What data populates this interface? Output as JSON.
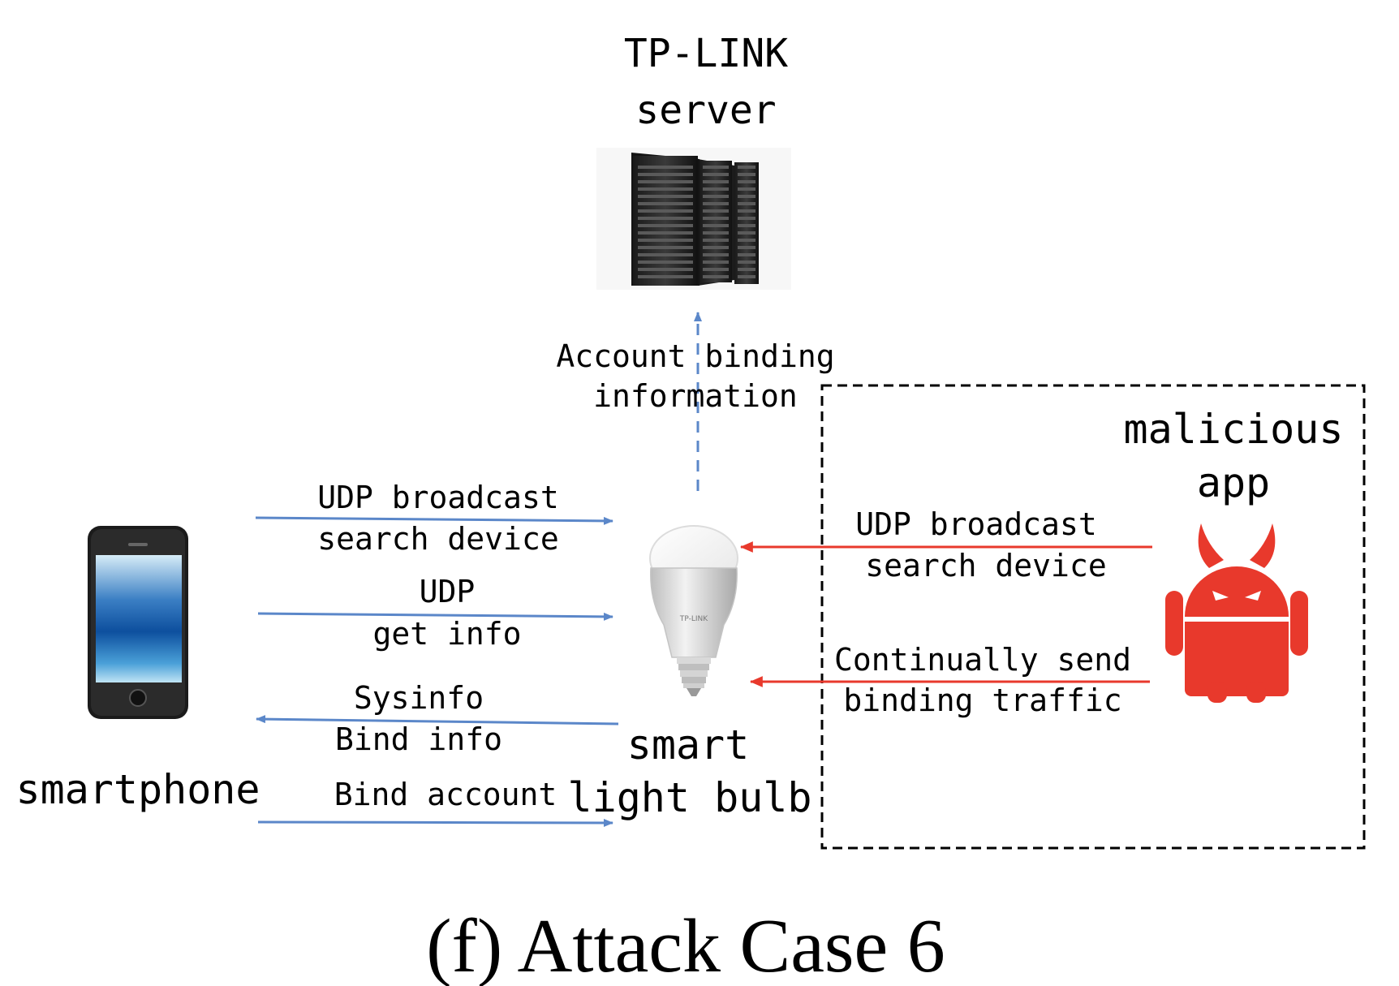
{
  "nodes": {
    "server_label": [
      "TP-LINK",
      "server"
    ],
    "phone_label": "smartphone",
    "bulb_label": [
      "smart",
      "light bulb"
    ],
    "malicious_label": [
      "malicious",
      "app"
    ],
    "bulb_brand": "TP-LINK"
  },
  "edges": {
    "account_binding": [
      "Account binding",
      "information"
    ],
    "udp_broadcast": [
      "UDP broadcast",
      "search device"
    ],
    "udp_get_info": [
      "UDP",
      "get info"
    ],
    "sysinfo": [
      "Sysinfo",
      "Bind info"
    ],
    "bind_account": "Bind account",
    "mal_broadcast": [
      "UDP broadcast",
      "search device"
    ],
    "mal_binding": [
      "Continually send",
      "binding traffic"
    ]
  },
  "caption": "(f) Attack Case 6",
  "colors": {
    "legit_arrow": "#5b87c9",
    "malicious_arrow": "#e8392c",
    "android": "#e8392c",
    "dashed_box": "#000000"
  },
  "icons": [
    "server-rack-icon",
    "smartphone-icon",
    "light-bulb-icon",
    "android-devil-icon"
  ]
}
